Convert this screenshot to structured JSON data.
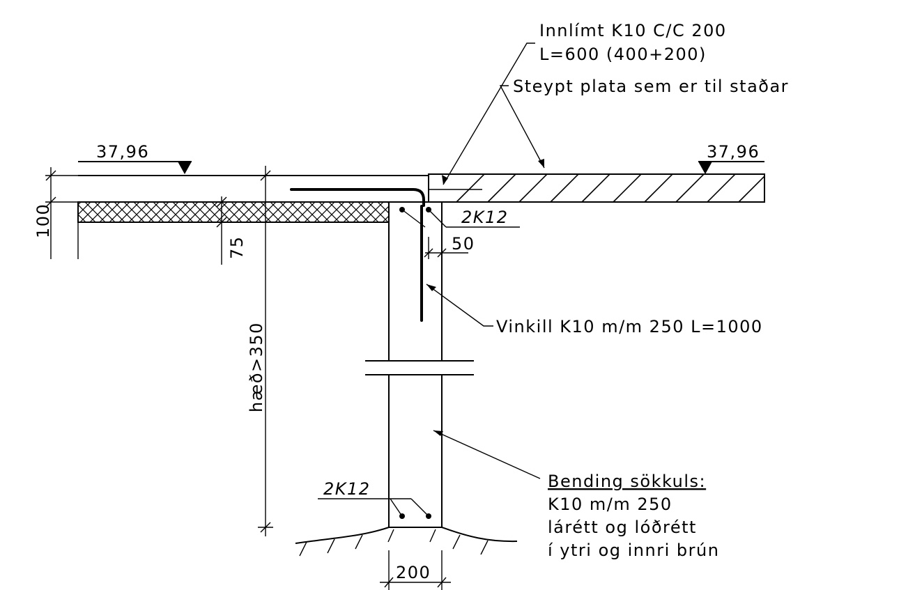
{
  "rebar_top_note": {
    "line1": "Innlímt K10 C/C 200",
    "line2": "L=600 (400+200)"
  },
  "slab_note": "Steypt plata sem er til staðar",
  "level_left": "37,96",
  "level_right": "37,96",
  "dim_slab_thickness": "100",
  "dim_insulation": "75",
  "dim_height": "hæð>350",
  "bars_top": "2K12",
  "bars_bottom": "2K12",
  "dim_cover": "50",
  "angle_bar_note": "Vinkill K10 m/m 250 L=1000",
  "reinforcement_note": {
    "title": "Bending sökkuls:",
    "line1": "K10 m/m 250",
    "line2": "lárétt og lóðrétt",
    "line3": "í ytri og innri brún"
  },
  "dim_wall_width": "200"
}
